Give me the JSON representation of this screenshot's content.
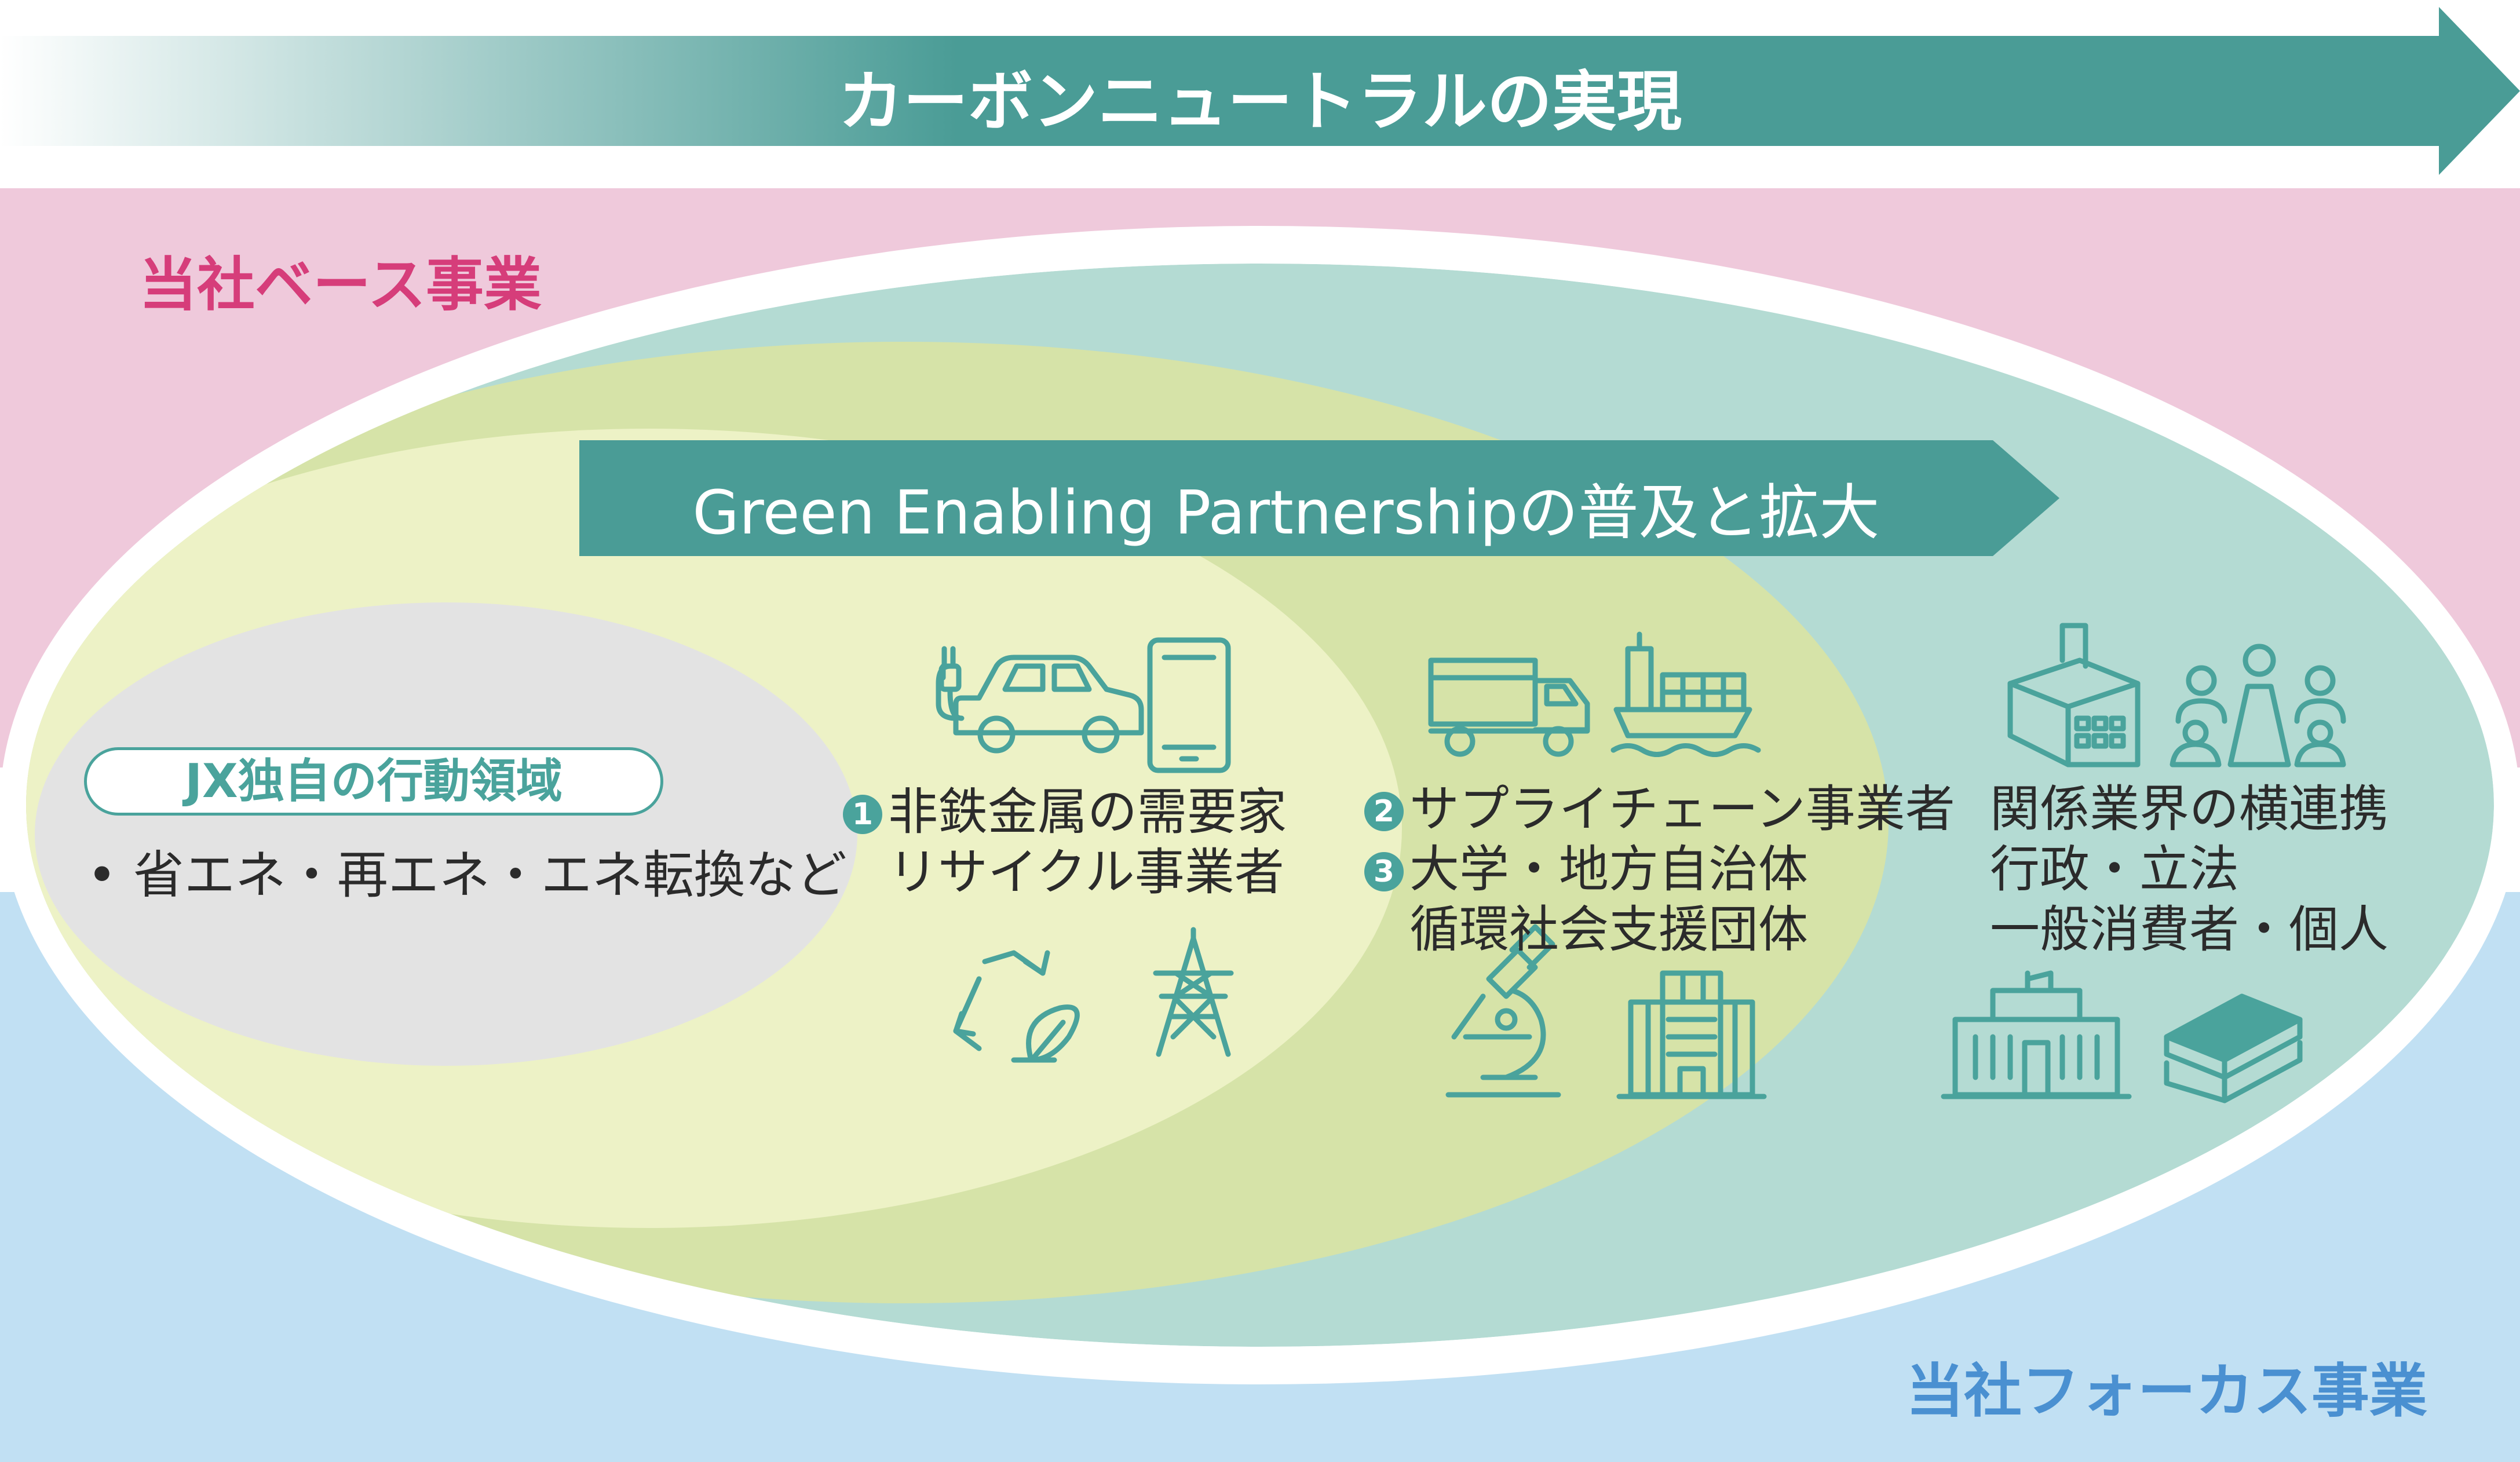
{
  "banner": {
    "title": "カーボンニュートラルの実現"
  },
  "zones": {
    "base_label": "当社ベース事業",
    "focus_label": "当社フォーカス事業"
  },
  "partnership": {
    "title": "Green Enabling Partnershipの普及と拡大"
  },
  "jx": {
    "pill": "JX独自の行動領域",
    "bullet": "•",
    "desc": "省エネ・再エネ・エネ転換など"
  },
  "group1": {
    "number": "1",
    "line1": "非鉄金属の需要家",
    "line2": "リサイクル事業者"
  },
  "group2": {
    "number2": "2",
    "line1": "サプライチェーン事業者",
    "number3": "3",
    "line2": "大学・地方自治体",
    "line3": "循環社会支援団体"
  },
  "group3": {
    "line1": "関係業界の横連携",
    "line2": "行政・立法",
    "line3": "一般消費者・個人"
  },
  "icons": [
    "ev-car-icon",
    "smartphone-icon",
    "recycle-leaf-icon",
    "power-tower-icon",
    "dump-truck-icon",
    "cargo-ship-icon",
    "microscope-icon",
    "office-building-icon",
    "factory-icon",
    "people-group-icon",
    "parliament-building-icon",
    "books-icon"
  ],
  "colors": {
    "teal": "#4a9c96",
    "teal_light_ring": "#b4dbd3",
    "pink_band": "#efc9db",
    "blue_band": "#c1e0f3",
    "green_ellipse": "#d6e3a8",
    "cream_ellipse": "#edf2c6",
    "gray_ellipse": "#e3e3e3",
    "base_label": "#d63d7a",
    "focus_label": "#4a90d1",
    "icon_stroke": "#4aa39c"
  }
}
